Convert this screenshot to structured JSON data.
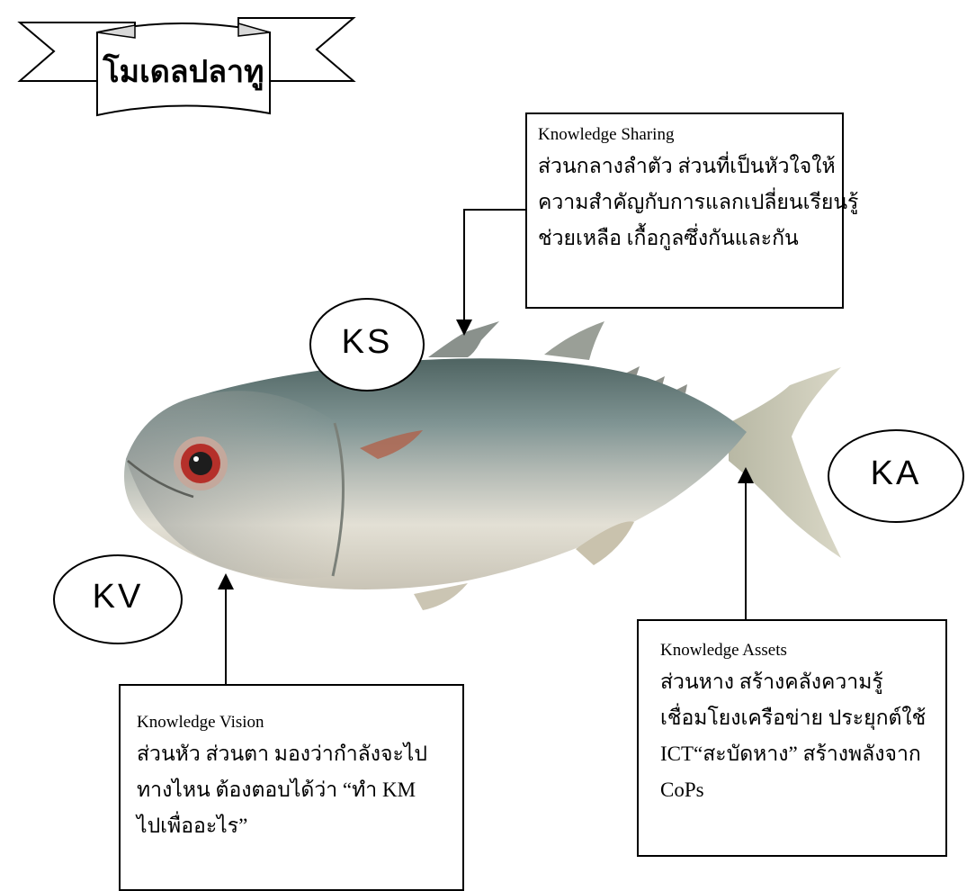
{
  "banner": {
    "title": "โมเดลปลาทู"
  },
  "ovals": {
    "ks": "KS",
    "ka": "KA",
    "kv": "KV"
  },
  "boxes": {
    "sharing": {
      "title": "Knowledge  Sharing",
      "lines": [
        "ส่วนกลางลำตัว  ส่วนที่เป็นหัวใจให้",
        "ความสำคัญกับการแลกเปลี่ยนเรียนรู้",
        "ช่วยเหลือ เกื้อกูลซึ่งกันและกัน"
      ]
    },
    "assets": {
      "title": "Knowledge Assets",
      "lines": [
        "ส่วนหาง สร้างคลังความรู้",
        "เชื่อมโยงเครือข่าย ประยุกต์ใช้",
        "ICT“สะบัดหาง” สร้างพลังจาก",
        "CoPs"
      ]
    },
    "vision": {
      "title": "Knowledge Vision",
      "lines": [
        "ส่วนหัว ส่วนตา มองว่ากำลังจะไป",
        "ทางไหน ต้องตอบได้ว่า “ทำ KM",
        "ไปเพื่ออะไร”"
      ]
    }
  },
  "colors": {
    "fish_body": "#9aa6a6",
    "fish_belly": "#e9e6dc",
    "fish_back": "#5f7371",
    "eye_ring": "#b5302a",
    "line": "#000000"
  }
}
